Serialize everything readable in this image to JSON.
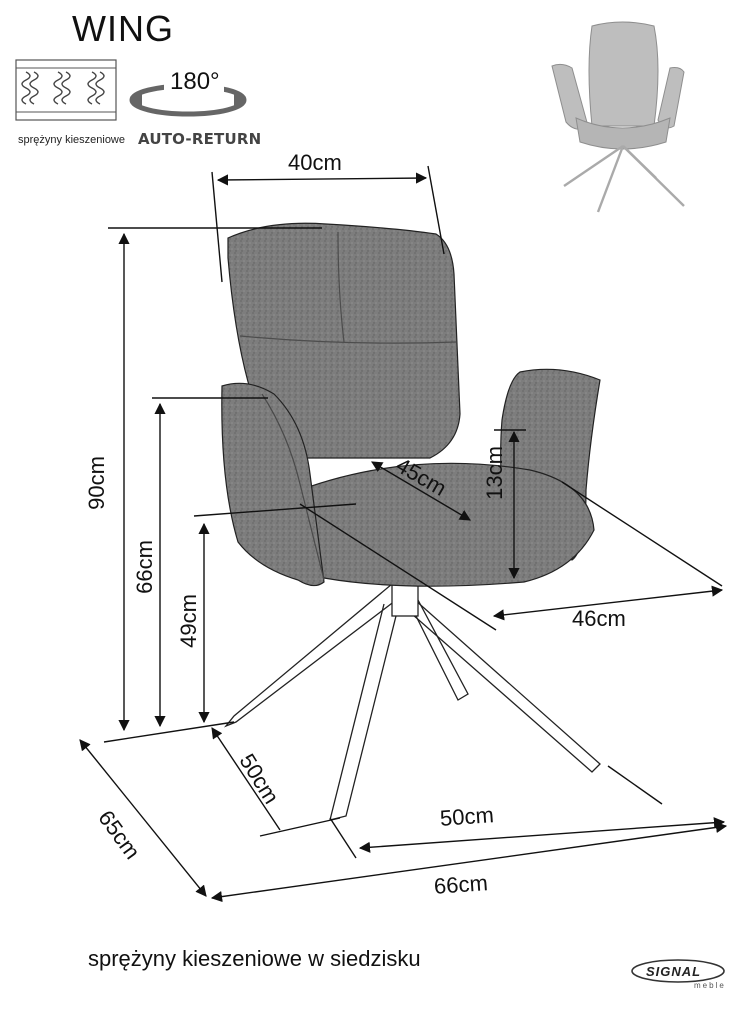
{
  "product": {
    "name": "WING"
  },
  "features": {
    "springs_label": "sprężyny kieszeniowe",
    "rotation_degrees": "180°",
    "auto_return_label": "AUTO-RETURN"
  },
  "dimensions": {
    "back_width": "40cm",
    "total_height": "90cm",
    "armrest_height": "66cm",
    "seat_height": "49cm",
    "seat_depth": "45cm",
    "armrest_above_seat": "13cm",
    "seat_width": "46cm",
    "base_depth": "50cm",
    "base_width": "50cm",
    "overall_depth": "65cm",
    "overall_width": "66cm"
  },
  "footer": {
    "caption": "sprężyny kieszeniowe w siedzisku"
  },
  "logo": {
    "brand": "SIGNAL",
    "sub": "meble"
  },
  "colors": {
    "fabric": "#7d7d7d",
    "fabric_dark": "#5f5f5f",
    "line": "#111111",
    "background": "#ffffff"
  }
}
